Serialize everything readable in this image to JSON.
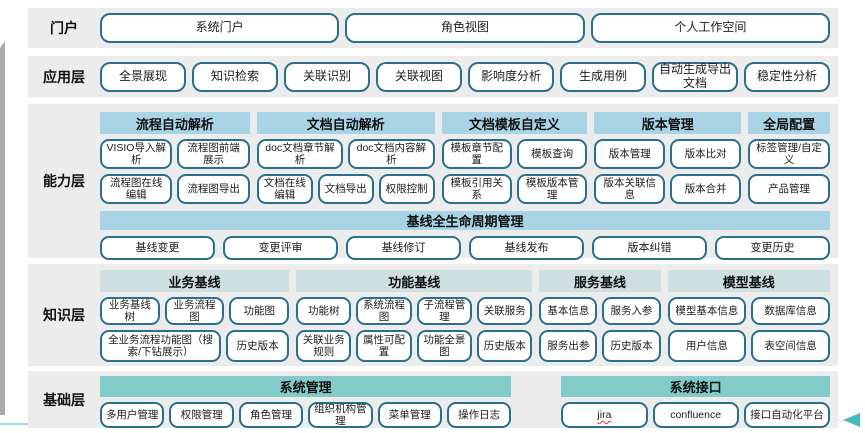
{
  "portal": {
    "label": "门户",
    "buttons": [
      "系统门户",
      "角色视图",
      "个人工作空间"
    ]
  },
  "application": {
    "label": "应用层",
    "buttons": [
      "全景展现",
      "知识检索",
      "关联识别",
      "关联视图",
      "影响度分析",
      "生成用例",
      "自动生成导出文档",
      "稳定性分析"
    ]
  },
  "capability": {
    "label": "能力层",
    "groups": [
      {
        "header": "流程自动解析",
        "row1": [
          "VISIO导入解析",
          "流程图前端展示"
        ],
        "row2": [
          "流程图在线编辑",
          "流程图导出"
        ]
      },
      {
        "header": "文档自动解析",
        "row1": [
          "doc文档章节解析",
          "doc文档内容解析"
        ],
        "row2": [
          "文档在线编辑",
          "文档导出",
          "权限控制"
        ]
      },
      {
        "header": "文档模板自定义",
        "row1": [
          "模板章节配置",
          "模板查询"
        ],
        "row2": [
          "模板引用关系",
          "模板版本管理"
        ]
      },
      {
        "header": "版本管理",
        "row1": [
          "版本管理",
          "版本比对"
        ],
        "row2": [
          "版本关联信息",
          "版本合并"
        ]
      },
      {
        "header": "全局配置",
        "row1": [
          "标签管理/自定义"
        ],
        "row2": [
          "产品管理"
        ]
      }
    ],
    "baseline": {
      "header": "基线全生命周期管理",
      "buttons": [
        "基线变更",
        "变更评审",
        "基线修订",
        "基线发布",
        "版本纠错",
        "变更历史"
      ]
    }
  },
  "knowledge": {
    "label": "知识层",
    "groups": [
      {
        "header": "业务基线",
        "row1": [
          "业务基线树",
          "业务流程图",
          "功能图"
        ],
        "row2": [
          "全业务流程功能图（搜索/下钻展示）",
          "历史版本"
        ]
      },
      {
        "header": "功能基线",
        "row1": [
          "功能树",
          "系统流程图",
          "子流程管理",
          "关联服务"
        ],
        "row2": [
          "关联业务规则",
          "属性可配置",
          "功能全景图",
          "历史版本"
        ]
      },
      {
        "header": "服务基线",
        "row1": [
          "基本信息",
          "服务入参"
        ],
        "row2": [
          "服务出参",
          "历史版本"
        ]
      },
      {
        "header": "模型基线",
        "row1": [
          "模型基本信息",
          "数据库信息"
        ],
        "row2": [
          "用户信息",
          "表空间信息"
        ]
      }
    ]
  },
  "base": {
    "label": "基础层",
    "groups": [
      {
        "header": "系统管理",
        "row1": [
          "多用户管理",
          "权限管理",
          "角色管理",
          "组织机构管理",
          "菜单管理",
          "操作日志"
        ]
      },
      {
        "header": "系统接口",
        "row1": [
          "jira",
          "confluence",
          "接口自动化平台"
        ]
      }
    ]
  },
  "colors": {
    "header_blue": "#a8d4e6",
    "header_gray": "#cfdede",
    "header_teal": "#82cbc8",
    "pill_border": "#2a708e",
    "band_background": "#ececec",
    "arrow_teal": "#4ab9bc"
  }
}
